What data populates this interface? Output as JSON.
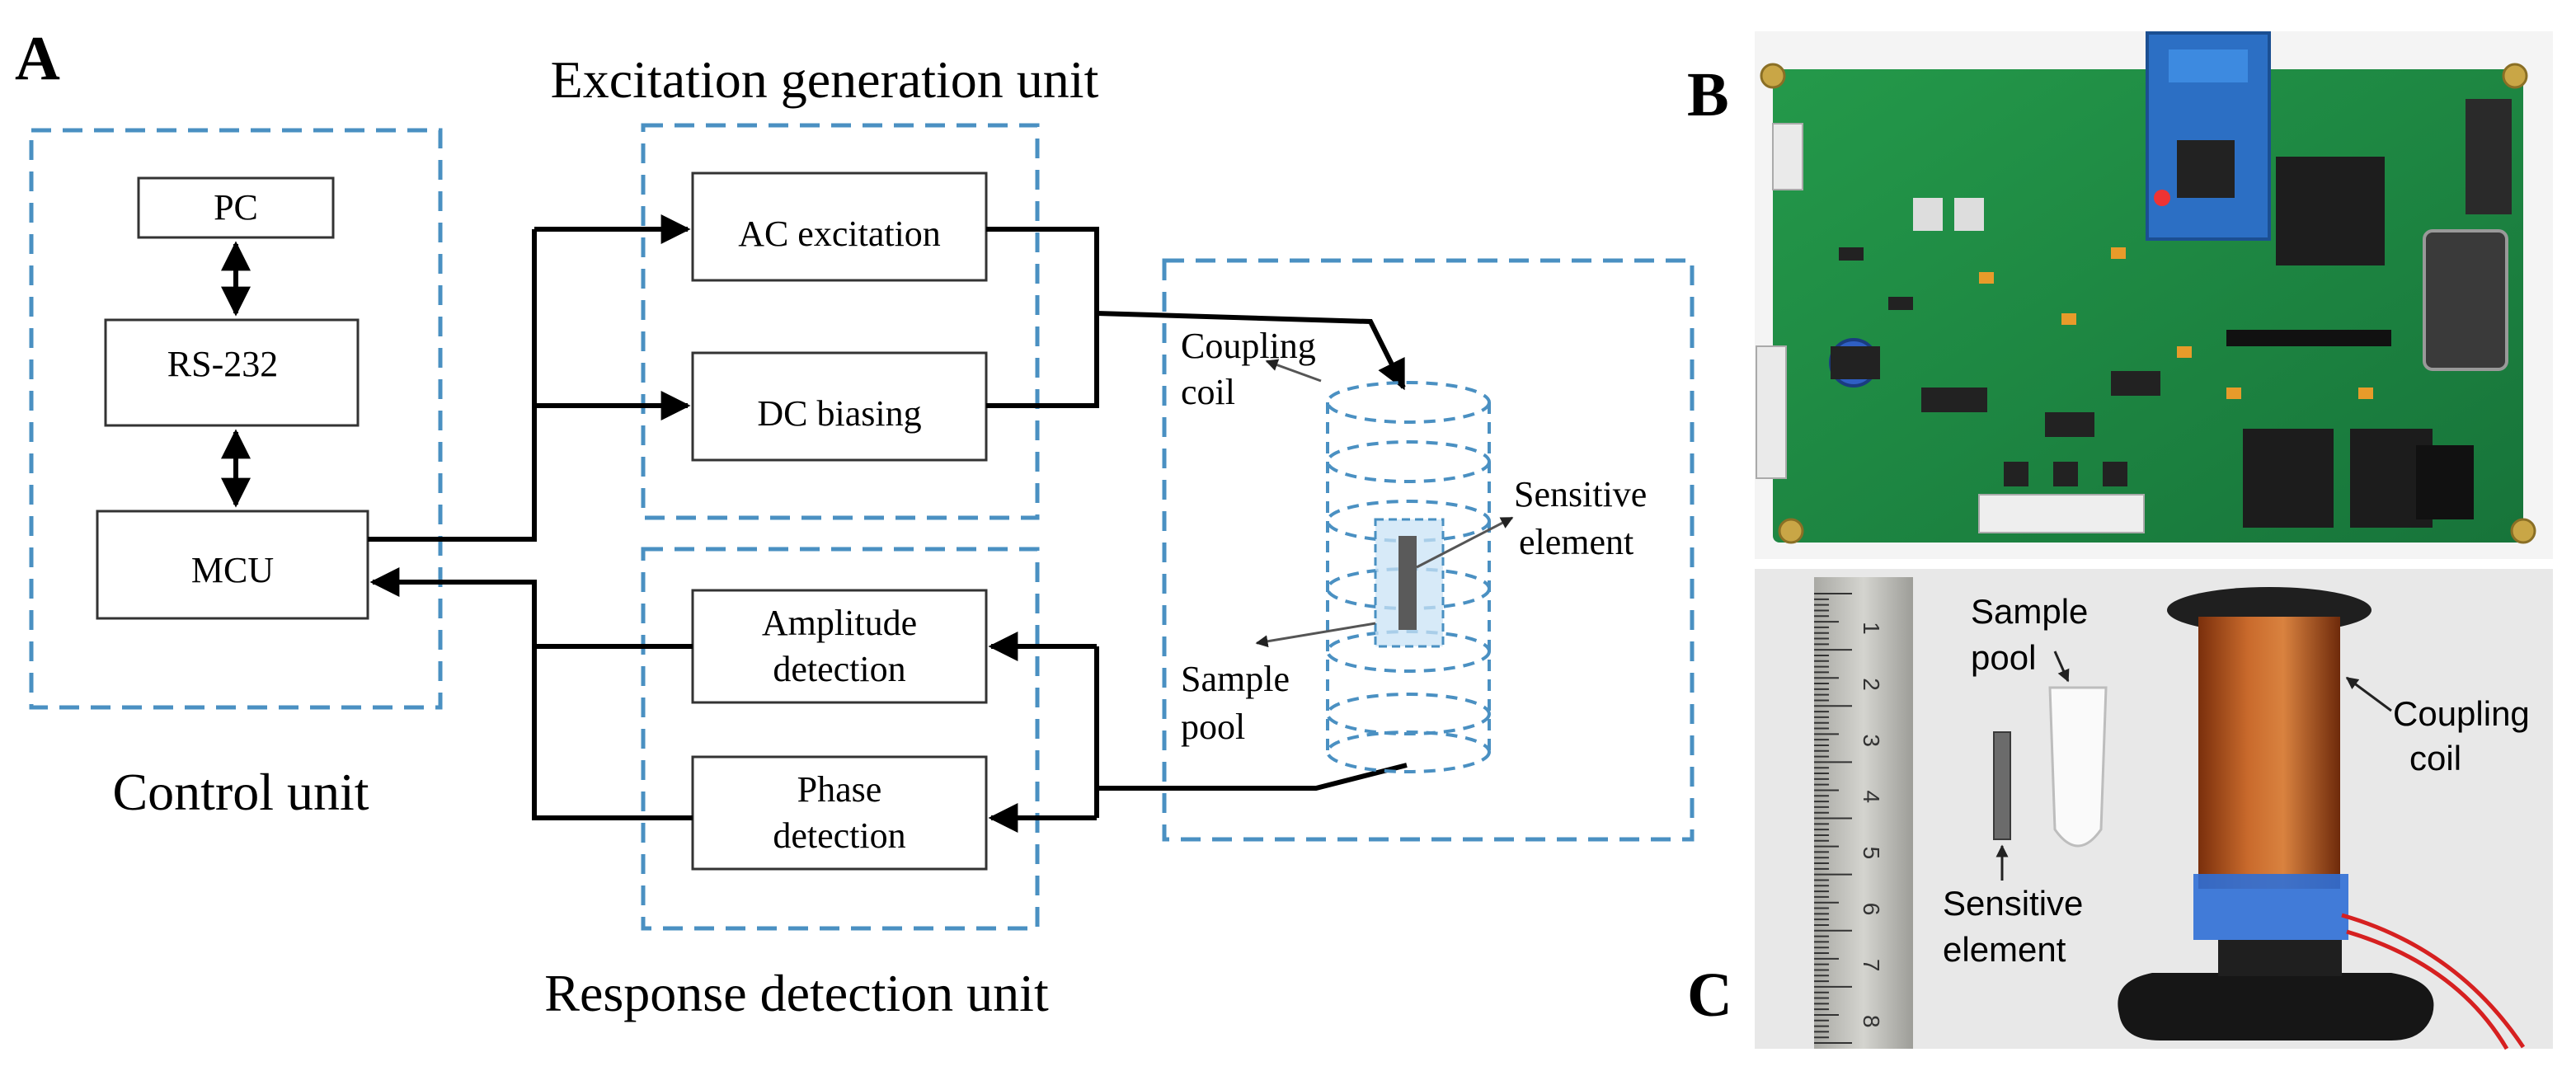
{
  "panel_labels": {
    "a": "A",
    "b": "B",
    "c": "C"
  },
  "units": {
    "control": "Control unit",
    "excitation": "Excitation generation unit",
    "response": "Response detection unit"
  },
  "blocks": {
    "pc": "PC",
    "rs232": "RS-232",
    "mcu": "MCU",
    "ac": "AC excitation",
    "dc": "DC biasing",
    "amp_line1": "Amplitude",
    "amp_line2": "detection",
    "phase_line1": "Phase",
    "phase_line2": "detection"
  },
  "sensor_labels": {
    "coupling_line1": "Coupling",
    "coupling_line2": "coil",
    "sensitive_line1": "Sensitive",
    "sensitive_line2": "element",
    "pool_line1": "Sample",
    "pool_line2": "pool"
  },
  "photo_c_labels": {
    "pool_line1": "Sample",
    "pool_line2": "pool",
    "coil_line1": "Coupling",
    "coil_line2": "coil",
    "sensitive_line1": "Sensitive",
    "sensitive_line2": "element"
  },
  "ruler_ticks": [
    "1",
    "2",
    "3",
    "4",
    "5",
    "6",
    "7",
    "8"
  ],
  "colors": {
    "dashed_frame": "#4a90c2",
    "pcb_green": "#1f8a3c",
    "coil_copper": "#b5561e",
    "tape_blue": "#2f6fd6"
  }
}
